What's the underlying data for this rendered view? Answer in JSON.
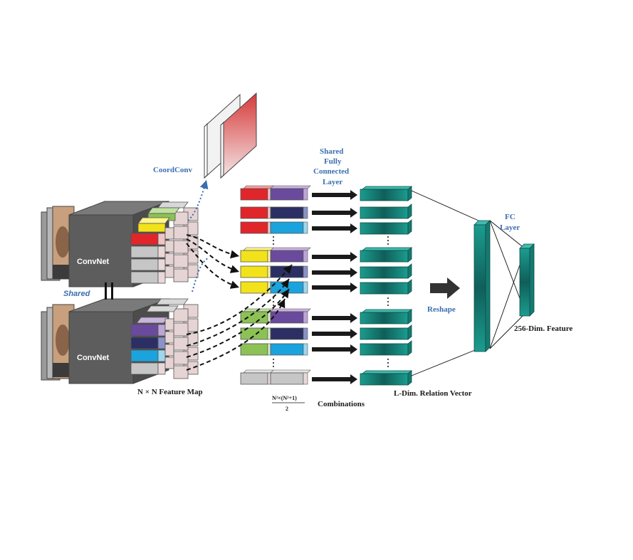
{
  "labels": {
    "coordconv": "CoordConv",
    "shared_fc_line1": "Shared",
    "shared_fc_line2": "Fully",
    "shared_fc_line3": "Connected",
    "shared_fc_line4": "Layer",
    "fc_layer_line1": "FC",
    "fc_layer_line2": "Layer",
    "convnet_top": "ConvNet",
    "convnet_bottom": "ConvNet",
    "shared": "Shared",
    "feature_map": "N × N Feature Map",
    "combinations_numerator": "N²×(N²+1)",
    "combinations_denominator": "2",
    "combinations": "Combinations",
    "relation_vector": "L-Dim. Relation Vector",
    "reshape": "Reshape",
    "feature_256": "256-Dim. Feature"
  },
  "colors": {
    "red": "#e0262b",
    "purple": "#6a4a9c",
    "navy": "#2b2f63",
    "blue": "#1aa3dc",
    "yellow": "#f2e21a",
    "green": "#8cc255",
    "gray": "#c6c6c6",
    "teal": "#1f9a8f",
    "convnet": "#5d5d5d",
    "accent_blue": "#3a6db0"
  }
}
